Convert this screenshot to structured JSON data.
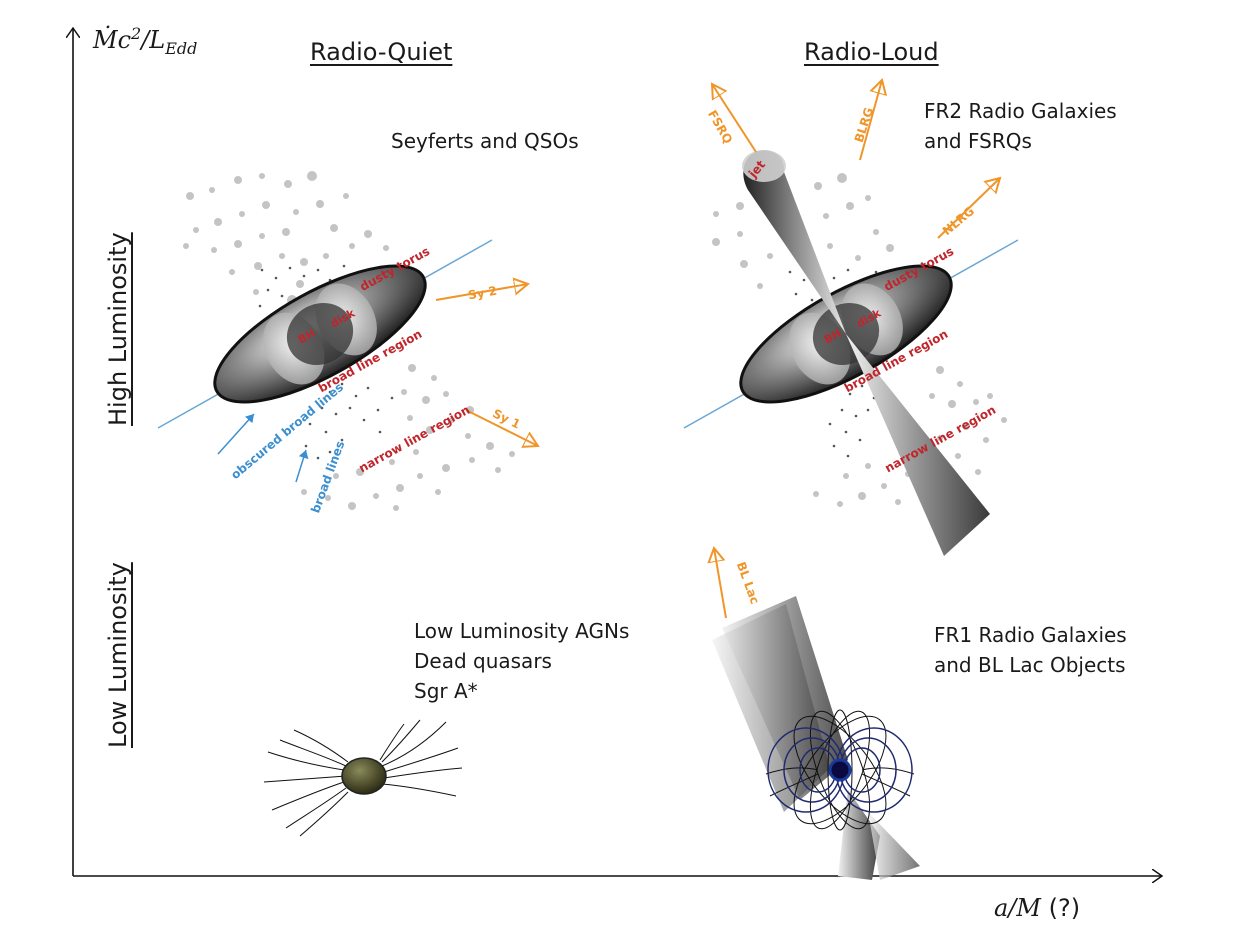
{
  "axes": {
    "y_label_main": "Ṁc",
    "y_label_sup": "2",
    "y_label_div": "/L",
    "y_label_sub": "Edd",
    "x_label_main": "a/M",
    "x_label_suffix": "(?)"
  },
  "columns": {
    "radio_quiet": "Radio-Quiet",
    "radio_loud": "Radio-Loud"
  },
  "rows": {
    "high_luminosity": "High Luminosity",
    "low_luminosity": "Low Luminosity"
  },
  "groups": {
    "high_quiet": "Seyferts and QSOs",
    "high_loud": "FR2 Radio Galaxies\nand FSRQs",
    "low_quiet": "Low Luminosity AGNs\nDead quasars\nSgr A*",
    "low_loud": "FR1 Radio Galaxies\nand BL Lac Objects"
  },
  "labels": {
    "dusty_torus": "dusty torus",
    "bh": "BH",
    "disk": "disk",
    "broad_line_region": "broad line region",
    "narrow_line_region": "narrow line region",
    "obscured_broad_lines": "obscured broad lines",
    "broad_lines": "broad lines",
    "sy1": "Sy 1",
    "sy2": "Sy 2",
    "jet": "jet",
    "fsrq": "FSRQ",
    "blrg": "BLRG",
    "nlrg": "NLRG",
    "bl_lac": "BL Lac"
  },
  "colors": {
    "label_red": "#c0252b",
    "arrow_orange": "#f0952a",
    "line_blue": "#3b8fd0"
  }
}
